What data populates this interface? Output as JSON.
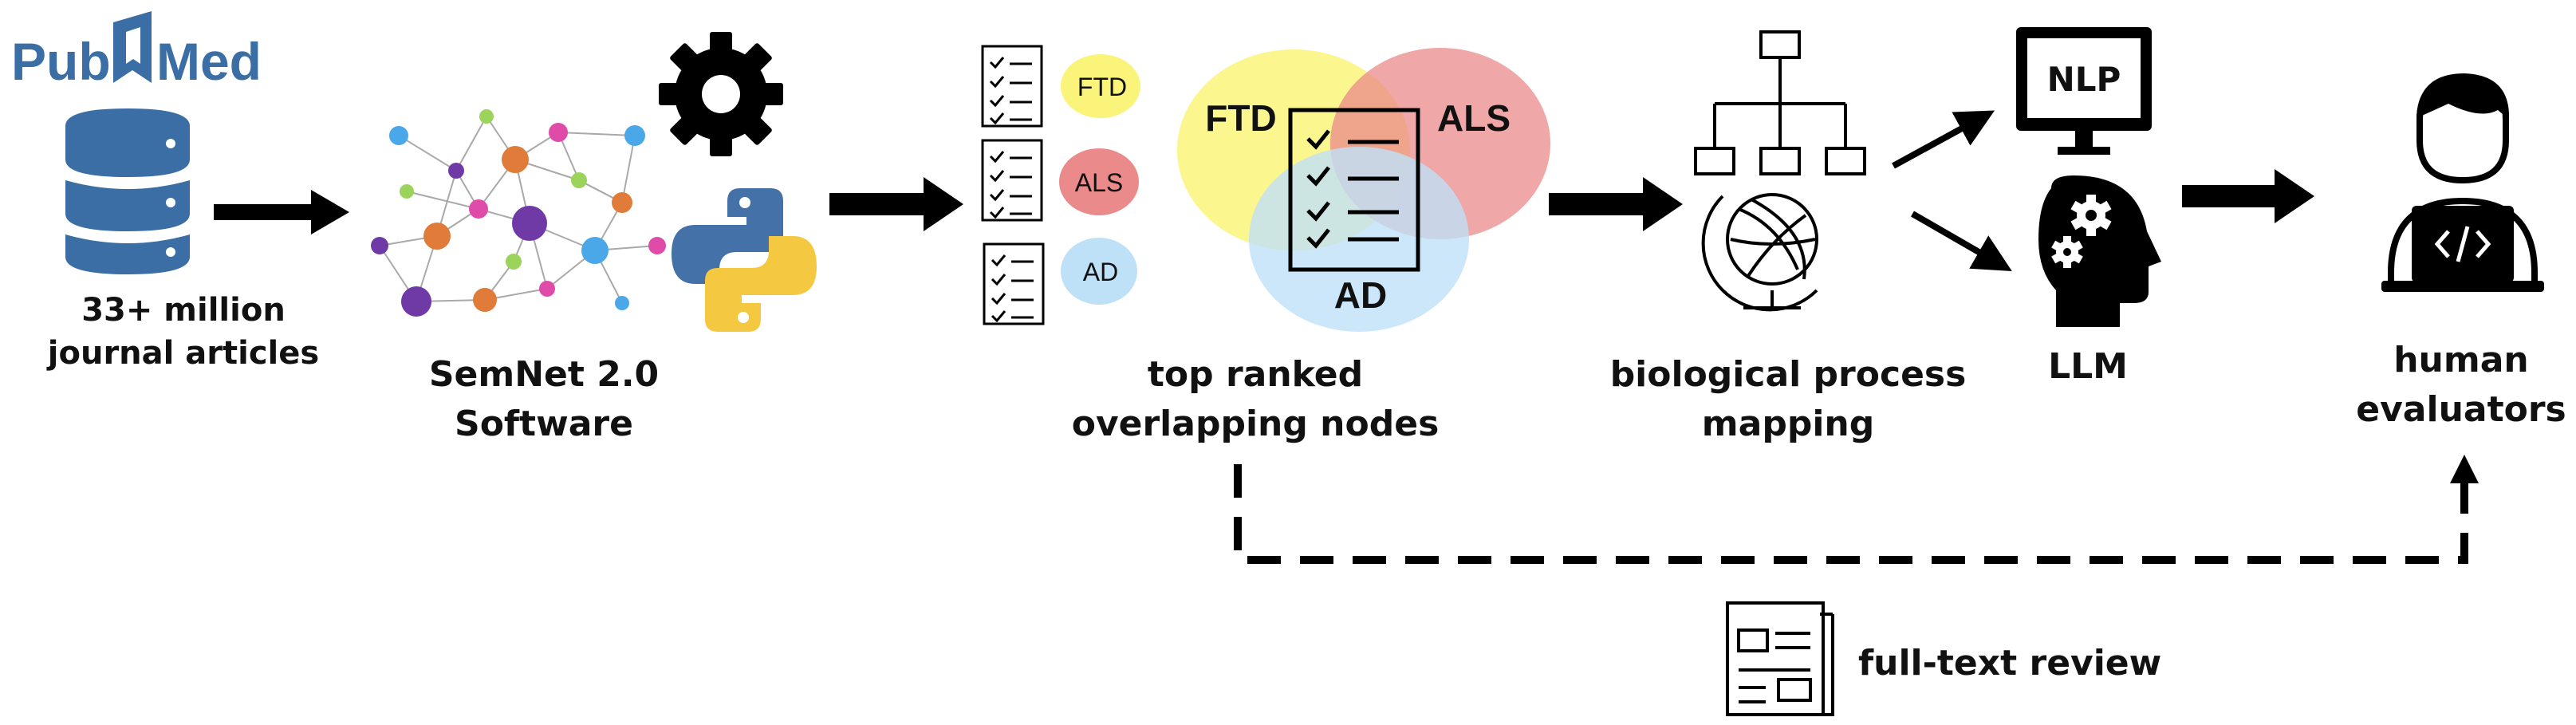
{
  "logo": {
    "left": "Pub",
    "right": "Med"
  },
  "steps": {
    "articles": {
      "line1": "33+ million",
      "line2": "journal articles"
    },
    "software": {
      "line1": "SemNet 2.0",
      "line2": "Software"
    },
    "ranked": {
      "line1": "top ranked",
      "line2": "overlapping nodes"
    },
    "mapping": {
      "line1": "biological process",
      "line2": "mapping"
    },
    "llm": "LLM",
    "evaluators": {
      "line1": "human",
      "line2": "evaluators"
    },
    "review": "full-text review"
  },
  "monitor_label": "NLP",
  "pills": [
    "FTD",
    "ALS",
    "AD"
  ],
  "venn_labels": {
    "ftd": "FTD",
    "als": "ALS",
    "ad": "AD"
  },
  "colors": {
    "pubmed_blue": "#3a6ea5",
    "yellow": "#fbf47a",
    "red": "#eb8a8a",
    "blue": "#bfe1f7",
    "python_blue": "#4472a8",
    "python_yellow": "#f5c842",
    "node_orange": "#e07b39",
    "node_purple": "#6f3aa5",
    "node_pink": "#e04aa8",
    "node_sky": "#4aa8e8",
    "node_green": "#9bd35b"
  },
  "icons": [
    "database-icon",
    "network-icon",
    "gear-icon",
    "python-icon",
    "checklist-icon",
    "venn-icon",
    "hierarchy-icon",
    "globe-icon",
    "monitor-icon",
    "head-gears-icon",
    "coder-icon",
    "newspaper-icon"
  ]
}
